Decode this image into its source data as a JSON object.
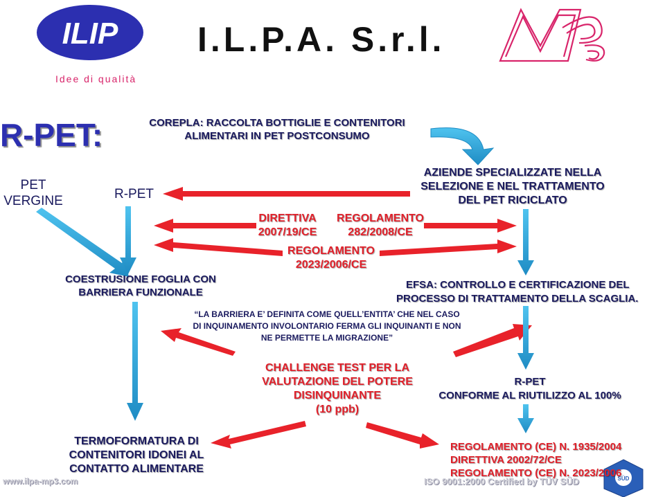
{
  "header": {
    "company_title": "I.L.P.A. S.r.l.",
    "tagline": "Idee di qualità",
    "ilip_logo_text": "ILIP"
  },
  "diagram": {
    "rpet_title": "R-PET:",
    "corepla_line1": "COREPLA: RACCOLTA BOTTIGLIE E CONTENITORI",
    "corepla_line2": "ALIMENTARI IN PET POSTCONSUMO",
    "pet_vergine_line1": "PET",
    "pet_vergine_line2": "VERGINE",
    "rpet_left": "R-PET",
    "aziende_line1": "AZIENDE SPECIALIZZATE NELLA",
    "aziende_line2": "SELEZIONE E NEL TRATTAMENTO",
    "aziende_line3": "DEL PET RICICLATO",
    "direttiva_line1": "DIRETTIVA",
    "direttiva_line2": "2007/19/CE",
    "reg282_line1": "REGOLAMENTO",
    "reg282_line2": "282/2008/CE",
    "reg2023_line1": "REGOLAMENTO",
    "reg2023_line2": "2023/2006/CE",
    "coestrusione_line1": "COESTRUSIONE FOGLIA CON",
    "coestrusione_line2": "BARRIERA FUNZIONALE",
    "efsa_line1": "EFSA: CONTROLLO E CERTIFICAZIONE DEL",
    "efsa_line2": "PROCESSO DI TRATTAMENTO DELLA SCAGLIA.",
    "barriera_line1": "“LA BARRIERA E’ DEFINITA COME QUELL’ENTITA’ CHE NEL CASO",
    "barriera_line2": "DI INQUINAMENTO INVOLONTARIO FERMA GLI INQUINANTI E NON",
    "barriera_line3": "NE PERMETTE LA MIGRAZIONE”",
    "challenge_line1": "CHALLENGE TEST PER LA",
    "challenge_line2": "VALUTAZIONE DEL POTERE",
    "challenge_line3": "DISINQUINANTE",
    "challenge_line4": "(10 ppb)",
    "rpet_conforme_line1": "R-PET",
    "rpet_conforme_line2": "CONFORME AL RIUTILIZZO AL 100%",
    "termo_line1": "TERMOFORMATURA DI",
    "termo_line2": "CONTENITORI IDONEI AL",
    "termo_line3": "CONTATTO ALIMENTARE",
    "reg_final_line1": "REGOLAMENTO (CE) N.  1935/2004",
    "reg_final_line2": "DIRETTIVA 2002/72/CE",
    "reg_final_line3": "REGOLAMENTO (CE) N.  2023/2006"
  },
  "footer": {
    "website": "www.ilpa-mp3.com",
    "iso": "ISO 9001:2000 Certified by TÜV SÜD"
  },
  "colors": {
    "navy": "#1a1a5e",
    "red": "#e0202a",
    "arrow_red": "#e8222a",
    "arrow_blue": "#2aa6d8",
    "logo_blue": "#2c2fb0",
    "mp3_magenta": "#d8246a"
  }
}
